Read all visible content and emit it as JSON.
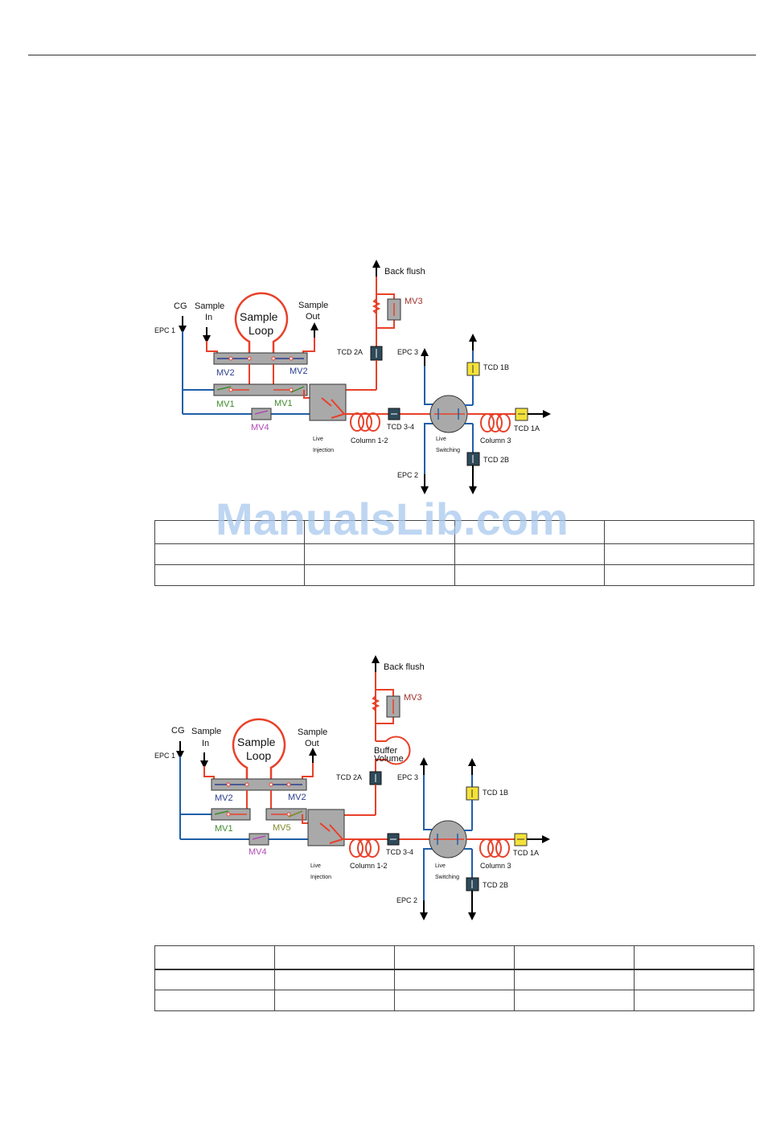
{
  "diagram1": {
    "back_flush": "Back flush",
    "mv3": "MV3",
    "cg": "CG",
    "epc1": "EPC 1",
    "sample_in_1": "Sample",
    "sample_in_2": "In",
    "sample_loop_1": "Sample",
    "sample_loop_2": "Loop",
    "sample_out_1": "Sample",
    "sample_out_2": "Out",
    "tcd2a": "TCD 2A",
    "epc3": "EPC 3",
    "tcd1b": "TCD 1B",
    "mv2_left": "MV2",
    "mv2_right": "MV2",
    "mv1_left": "MV1",
    "mv1_right": "MV1",
    "mv4": "MV4",
    "live_injection_1": "Live",
    "live_injection_2": "Injection",
    "column12": "Column 1-2",
    "tcd34": "TCD 3-4",
    "live_switching_1": "Live",
    "live_switching_2": "Switching",
    "column3": "Column 3",
    "tcd1a": "TCD 1A",
    "tcd2b": "TCD 2B",
    "epc2": "EPC 2"
  },
  "diagram2": {
    "back_flush": "Back flush",
    "mv3": "MV3",
    "cg": "CG",
    "epc1": "EPC 1",
    "sample_in_1": "Sample",
    "sample_in_2": "In",
    "sample_loop_1": "Sample",
    "sample_loop_2": "Loop",
    "sample_out_1": "Sample",
    "sample_out_2": "Out",
    "buffer_1": "Buffer",
    "buffer_2": "Volume",
    "tcd2a": "TCD 2A",
    "epc3": "EPC 3",
    "tcd1b": "TCD 1B",
    "mv2_left": "MV2",
    "mv2_right": "MV2",
    "mv1": "MV1",
    "mv5": "MV5",
    "mv4": "MV4",
    "live_injection_1": "Live",
    "live_injection_2": "Injection",
    "column12": "Column 1-2",
    "tcd34": "TCD 3-4",
    "live_switching_1": "Live",
    "live_switching_2": "Switching",
    "column3": "Column 3",
    "tcd1a": "TCD 1A",
    "tcd2b": "TCD 2B",
    "epc2": "EPC 2"
  },
  "watermark": "ManualsLib.com",
  "colors": {
    "red_line": "#e8412a",
    "blue_line": "#1f5fa8",
    "valve_gray": "#a9a9a9",
    "tcd_dark": "#2e4a5a",
    "tcd_yellow": "#f4e23a",
    "mv2_text": "#2b3d8f",
    "mv1_text": "#3f8a2c",
    "mv4_text": "#b04ab4",
    "mv3_text": "#a0322a",
    "mv5_text": "#7f8a2a"
  }
}
